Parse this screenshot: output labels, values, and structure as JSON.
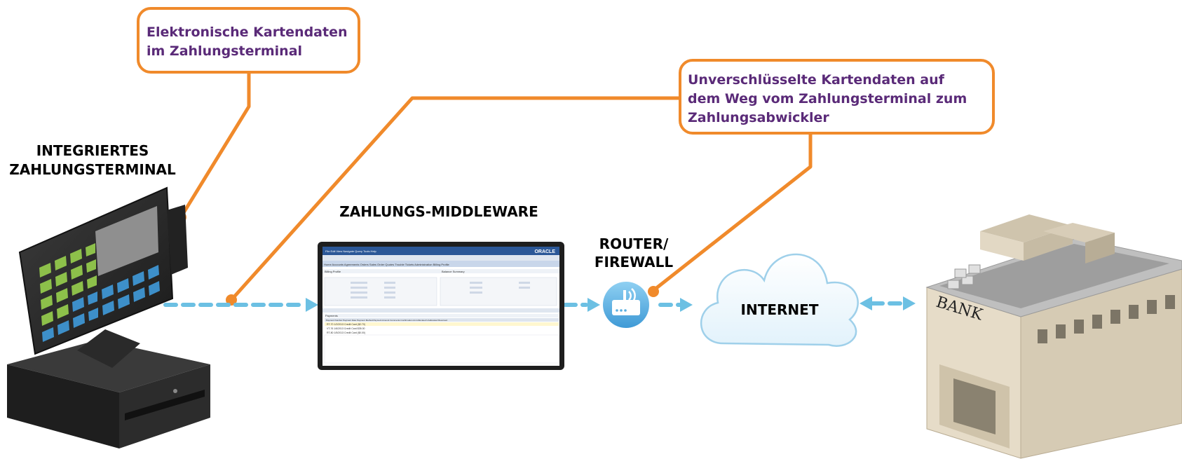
{
  "callouts": {
    "card_data_terminal": [
      "Elektronische Kartendaten",
      "im Zahlungsterminal"
    ],
    "unencrypted_transit": [
      "Unverschlüsselte Kartendaten auf",
      "dem Weg vom Zahlungsterminal zum",
      "Zahlungsabwickler"
    ]
  },
  "labels": {
    "terminal": [
      "INTEGRIERTES",
      "ZAHLUNGSTERMINAL"
    ],
    "middleware": "ZAHLUNGS-MIDDLEWARE",
    "router": [
      "ROUTER/",
      "FIREWALL"
    ],
    "internet": "INTERNET",
    "bank": "BANK"
  },
  "middleware_screen": {
    "brand": "ORACLE",
    "menu": "File  Edit  View  Navigate  Query  Tools  Help",
    "tabs": "Home   Accounts   Agreements   Orders   Sales Order   Quotes   Trouble Tickets   Administration   Billing Profile",
    "section_left": "Billing Profile",
    "section_right": "Balance Summary",
    "payments_title": "Payments",
    "columns": "Payment Number  Payment Date  Payment Method  Payment Amount  Comments  Confirmation  Amt Allocated  Unallocated  Reversed",
    "rows": [
      "RT-70   1/2/2013   Credit Card   ($2.70)",
      "VT-76   1/6/2013   Credit Card   $35.00",
      "RT-80   1/5/2013   Credit Card   ($0.00)"
    ]
  },
  "colors": {
    "callout_border": "#f08a2b",
    "callout_text": "#5a2a78",
    "connector": "#f08a2b",
    "flow_arrow": "#6cc0e3",
    "router": "#5aaee0",
    "cloud_stroke": "#9fd0ea"
  }
}
